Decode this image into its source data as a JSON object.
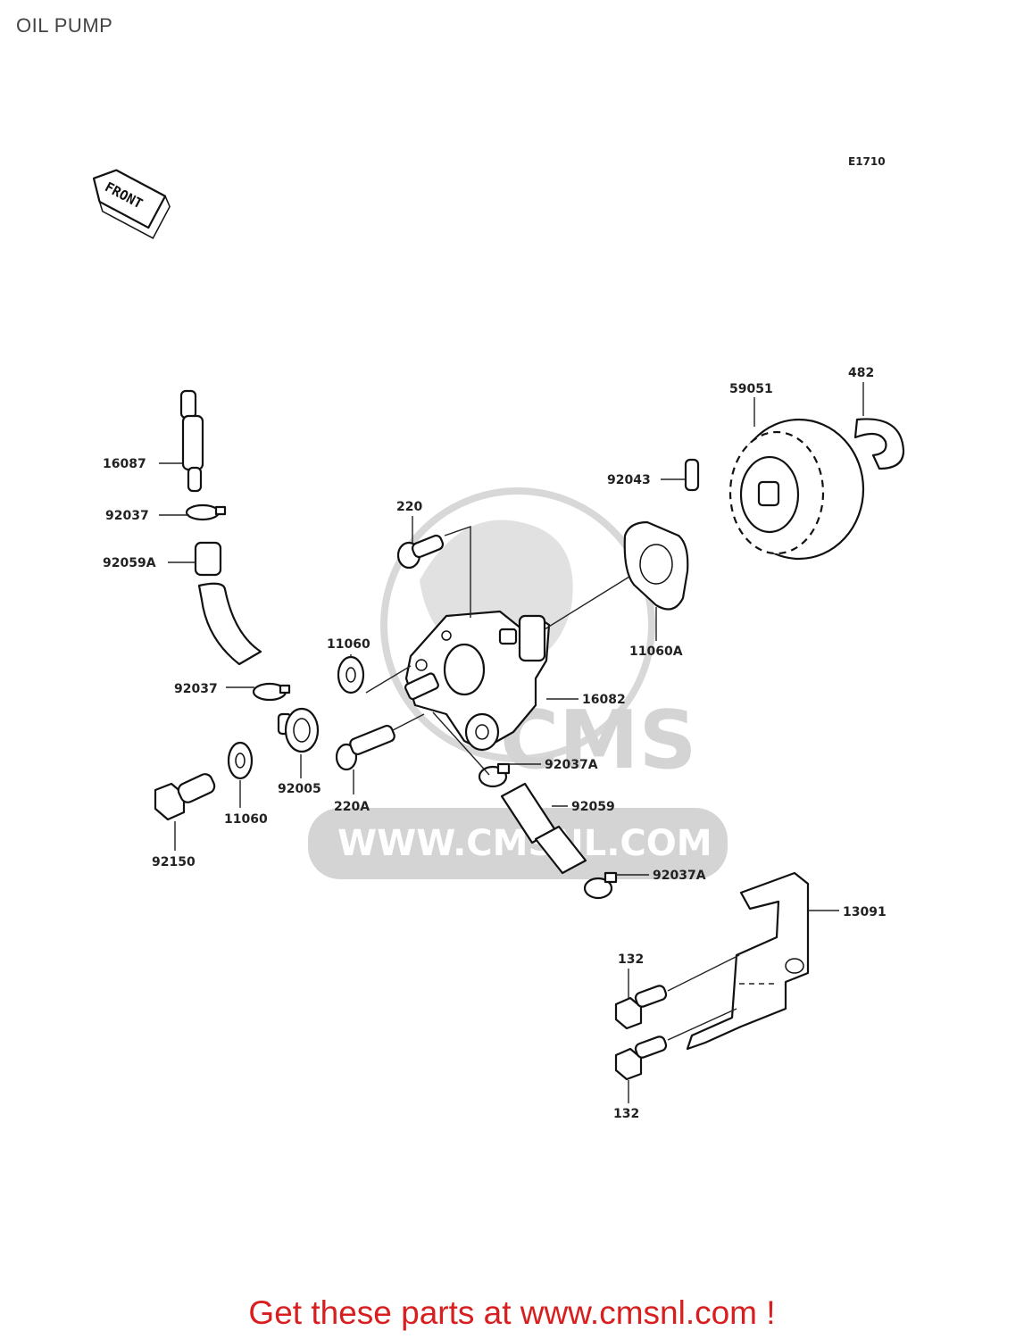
{
  "page": {
    "title": "OIL PUMP",
    "diagram_code": "E1710"
  },
  "front_arrow": {
    "label": "FRONT"
  },
  "watermark": {
    "text": "WWW.CMSNL.COM",
    "logo_text": "CMS"
  },
  "parts": [
    {
      "id": "p1",
      "label": "16087"
    },
    {
      "id": "p2",
      "label": "92037"
    },
    {
      "id": "p3",
      "label": "92059A"
    },
    {
      "id": "p4",
      "label": "92037"
    },
    {
      "id": "p5",
      "label": "92005"
    },
    {
      "id": "p6",
      "label": "11060"
    },
    {
      "id": "p7",
      "label": "92150"
    },
    {
      "id": "p8",
      "label": "220"
    },
    {
      "id": "p9",
      "label": "11060"
    },
    {
      "id": "p10",
      "label": "220A"
    },
    {
      "id": "p11",
      "label": "16082"
    },
    {
      "id": "p12",
      "label": "92037A"
    },
    {
      "id": "p13",
      "label": "92059"
    },
    {
      "id": "p14",
      "label": "92037A"
    },
    {
      "id": "p15",
      "label": "11060A"
    },
    {
      "id": "p16",
      "label": "92043"
    },
    {
      "id": "p17",
      "label": "59051"
    },
    {
      "id": "p18",
      "label": "482"
    },
    {
      "id": "p19",
      "label": "13091"
    },
    {
      "id": "p20",
      "label": "132"
    },
    {
      "id": "p21",
      "label": "132"
    }
  ],
  "footer": {
    "call_to_action": "Get these parts at www.cmsnl.com !"
  }
}
